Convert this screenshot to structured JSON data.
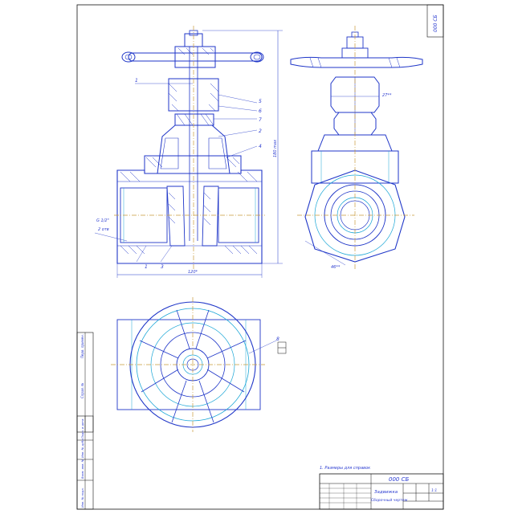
{
  "drawing": {
    "code": "000 СБ",
    "code_top": "000 СБ",
    "title": "Задвижка",
    "subtitle": "Сборочный чертеж",
    "note": "1. Размеры для справок",
    "sheet": "1:1",
    "dims": {
      "height": "180 max",
      "length": "120*",
      "across_flats_top": "27**",
      "across_flats_bottom": "46**",
      "thread": "G 1/2\"",
      "thread2": "2 отв"
    },
    "callouts": [
      "1",
      "5",
      "6",
      "7",
      "2",
      "4",
      "3",
      "8"
    ],
    "left_strip": [
      "Подп. и дата",
      "Инв. № дубл.",
      "Взам. инв. №",
      "Подп. и дата",
      "Инв. № подл."
    ],
    "vertical_label_1": "Перв. примен.",
    "vertical_label_2": "Справ. №"
  },
  "colors": {
    "outline": "#1f36c8",
    "cyan": "#1aa6d6",
    "axis": "#c89a3a",
    "black": "#111111"
  }
}
